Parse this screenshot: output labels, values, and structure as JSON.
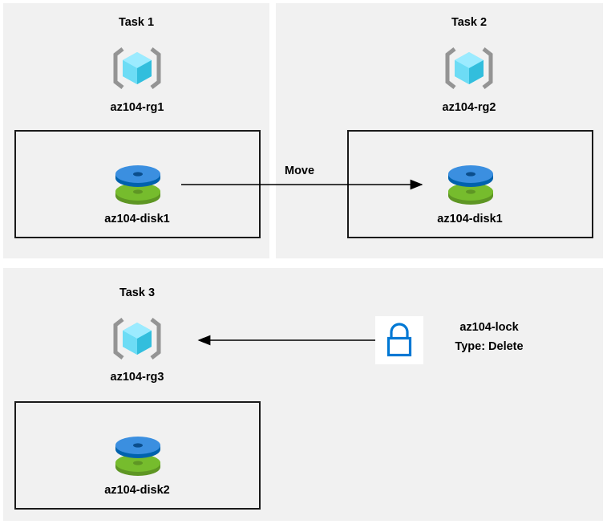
{
  "diagram": {
    "title_color": "#000000",
    "panel_bg": "#f1f1f1",
    "page_bg": "#ffffff",
    "box_border_color": "#1a1a1a",
    "arrow_color": "#000000",
    "rg_icon_color": "#50e6ff",
    "rg_bracket_color": "#949494",
    "disk_top_color": "#0078d4",
    "disk_bottom_color": "#5e9624",
    "lock_color": "#0078d4"
  },
  "tasks": [
    {
      "title": "Task 1",
      "resource_group": "az104-rg1",
      "resource": "az104-disk1",
      "rg_icon": "resource-group-icon",
      "resource_icon": "managed-disk-icon"
    },
    {
      "title": "Task 2",
      "resource_group": "az104-rg2",
      "resource": "az104-disk1",
      "rg_icon": "resource-group-icon",
      "resource_icon": "managed-disk-icon"
    },
    {
      "title": "Task 3",
      "resource_group": "az104-rg3",
      "resource": "az104-disk2",
      "rg_icon": "resource-group-icon",
      "resource_icon": "managed-disk-icon"
    }
  ],
  "connectors": {
    "move": {
      "label": "Move",
      "direction": "right",
      "icon": "arrow-right-icon"
    },
    "lock_link": {
      "label": "",
      "direction": "left",
      "icon": "arrow-left-icon"
    }
  },
  "lock": {
    "icon": "lock-icon",
    "name": "az104-lock",
    "type": "Type: Delete"
  }
}
